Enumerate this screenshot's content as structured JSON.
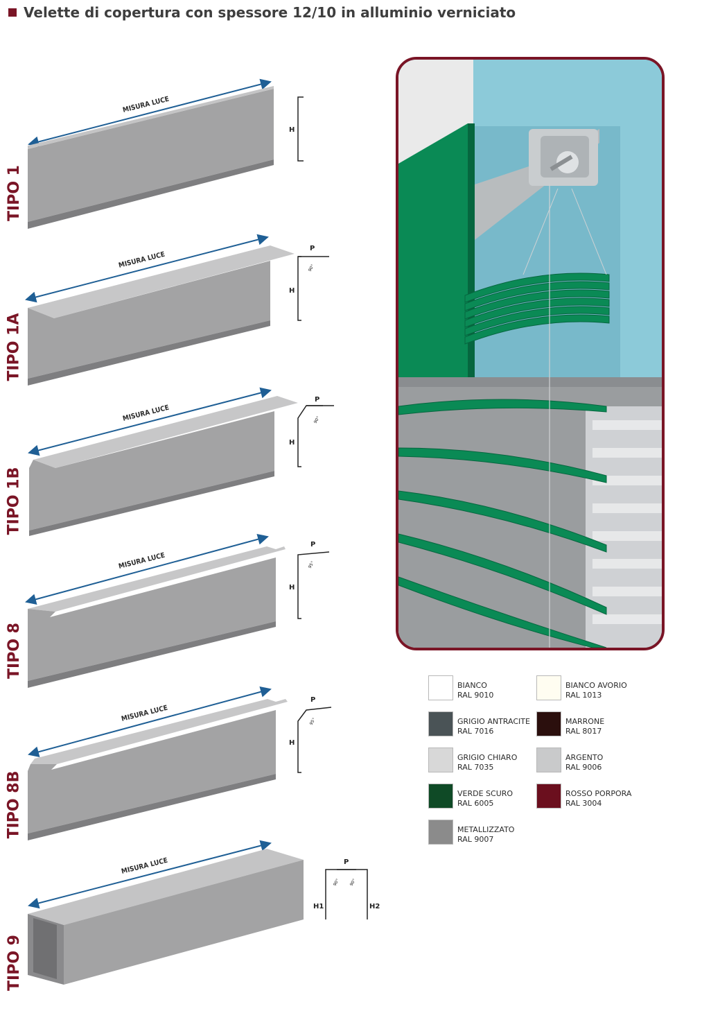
{
  "header": {
    "title": "Velette di copertura con spessore 12/10 in alluminio verniciato"
  },
  "profiles": [
    {
      "type_label": "TIPO 1",
      "measure_label": "MISURA LUCE",
      "h_label": "H"
    },
    {
      "type_label": "TIPO 1A",
      "measure_label": "MISURA LUCE",
      "h_label": "H",
      "p_label": "P",
      "angle_label": "90°"
    },
    {
      "type_label": "TIPO 1B",
      "measure_label": "MISURA LUCE",
      "h_label": "H",
      "p_label": "P",
      "angle_label": "90°"
    },
    {
      "type_label": "TIPO 8",
      "measure_label": "MISURA LUCE",
      "h_label": "H",
      "p_label": "P",
      "angle_label": "95°"
    },
    {
      "type_label": "TIPO 8B",
      "measure_label": "MISURA LUCE",
      "h_label": "H",
      "p_label": "P",
      "angle_label": "95°"
    },
    {
      "type_label": "TIPO 9",
      "measure_label": "MISURA LUCE",
      "h1_label": "H1",
      "h2_label": "H2",
      "p_label": "P",
      "angle_label": "90°"
    }
  ],
  "colors": {
    "accent": "#7a1526",
    "profile_fill": "#9f9fa0",
    "arrow": "#1f5f95",
    "slat_green": "#0a8a55"
  },
  "swatches": [
    {
      "name": "BIANCO",
      "code": "RAL 9010",
      "color": "#ffffff"
    },
    {
      "name": "BIANCO AVORIO",
      "code": "RAL 1013",
      "color": "#fffdf1"
    },
    {
      "name": "GRIGIO ANTRACITE",
      "code": "RAL 7016",
      "color": "#4a5356"
    },
    {
      "name": "MARRONE",
      "code": "RAL 8017",
      "color": "#2b0f0d"
    },
    {
      "name": "GRIGIO CHIARO",
      "code": "RAL 7035",
      "color": "#d8d8d8"
    },
    {
      "name": "ARGENTO",
      "code": "RAL 9006",
      "color": "#c9cacb"
    },
    {
      "name": "VERDE SCURO",
      "code": "RAL 6005",
      "color": "#0f4a26"
    },
    {
      "name": "ROSSO PORPORA",
      "code": "RAL 3004",
      "color": "#6b0f1e"
    },
    {
      "name": "METALLIZZATO",
      "code": "RAL 9007",
      "color": "#8b8b8b"
    }
  ]
}
